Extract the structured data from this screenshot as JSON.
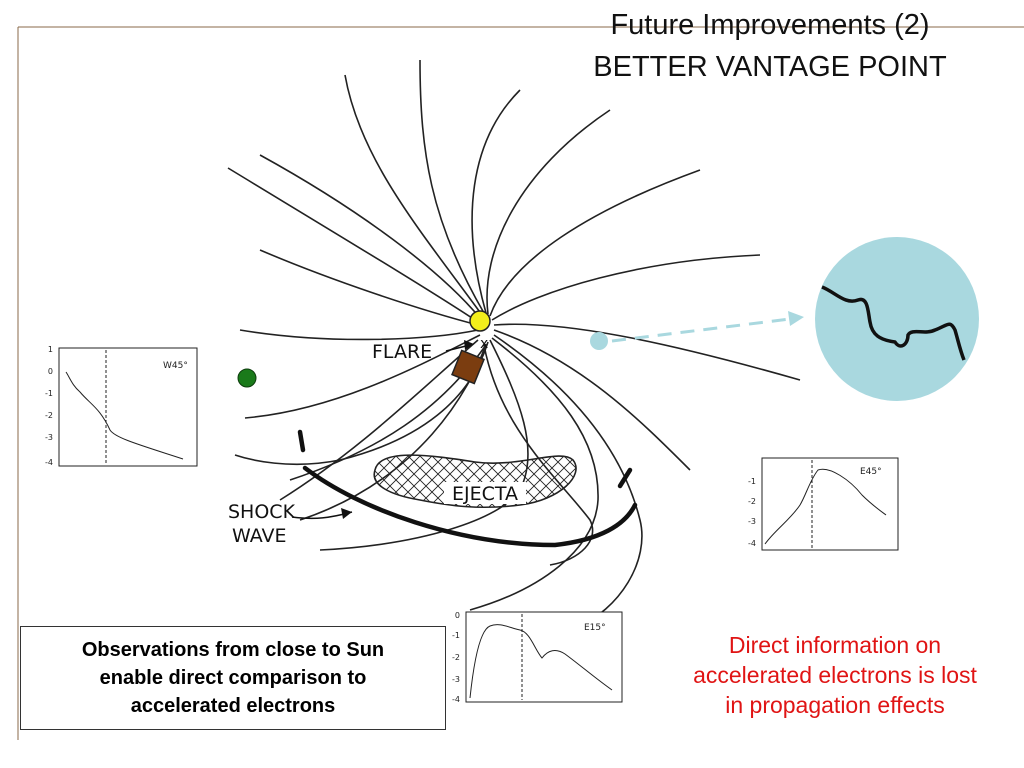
{
  "slide": {
    "title_line1": "Future Improvements (2)",
    "title_line2": "BETTER VANTAGE POINT"
  },
  "diagram": {
    "flare_label": "FLARE",
    "flare_marker": "x",
    "ejecta_label": "EJECTA",
    "shock_label_line1": "SHOCK",
    "shock_label_line2": "WAVE"
  },
  "insets": [
    {
      "label": "W45°",
      "y_ticks": [
        "1",
        "0",
        "-1",
        "-2",
        "-3",
        "-4"
      ]
    },
    {
      "label": "E45°",
      "y_ticks": [
        "-1",
        "-2",
        "-3",
        "-4"
      ]
    },
    {
      "label": "E15°",
      "y_ticks": [
        "0",
        "-1",
        "-2",
        "-3",
        "-4"
      ]
    }
  ],
  "caption_box": {
    "line1": "Observations from close to Sun",
    "line2": "enable direct comparison to",
    "line3": "accelerated electrons"
  },
  "red_note": {
    "line1": "Direct information on",
    "line2": "accelerated electrons is lost",
    "line3": "in propagation effects"
  },
  "colors": {
    "sun_marker": "#f3ef1c",
    "observer_green": "#1a7a1a",
    "spacecraft_brown": "#7b3d10",
    "vantage_circle": "#a9d8df",
    "dashed_arrow": "#a9d8df",
    "red_text": "#e01414"
  }
}
